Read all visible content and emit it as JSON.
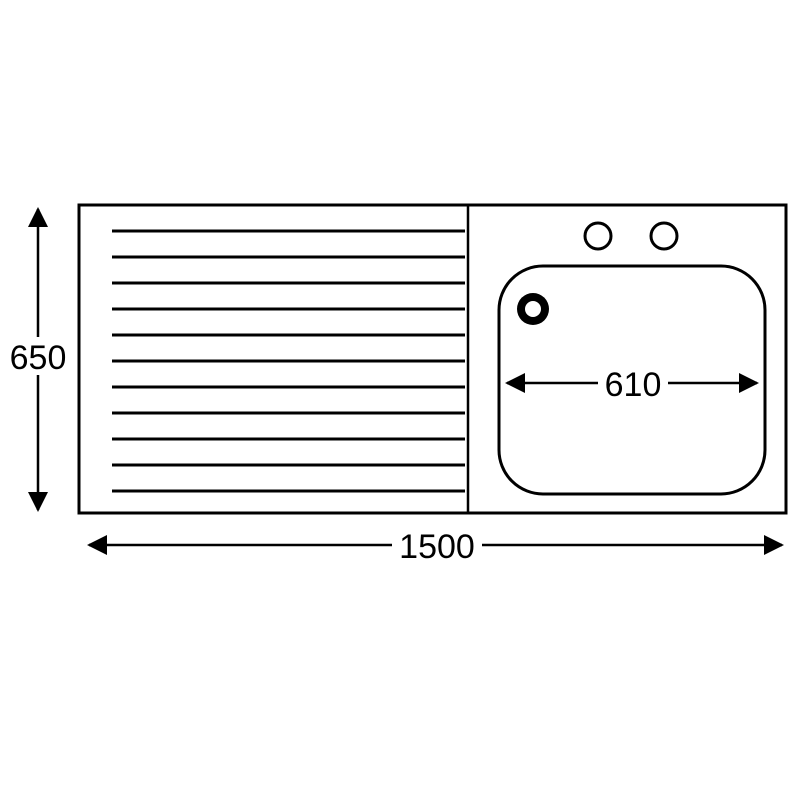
{
  "drawing": {
    "dimension_labels": {
      "overall_width": "1500",
      "overall_height": "650",
      "bowl_width": "610"
    },
    "colors": {
      "line": "#000000",
      "background": "#ffffff"
    }
  }
}
